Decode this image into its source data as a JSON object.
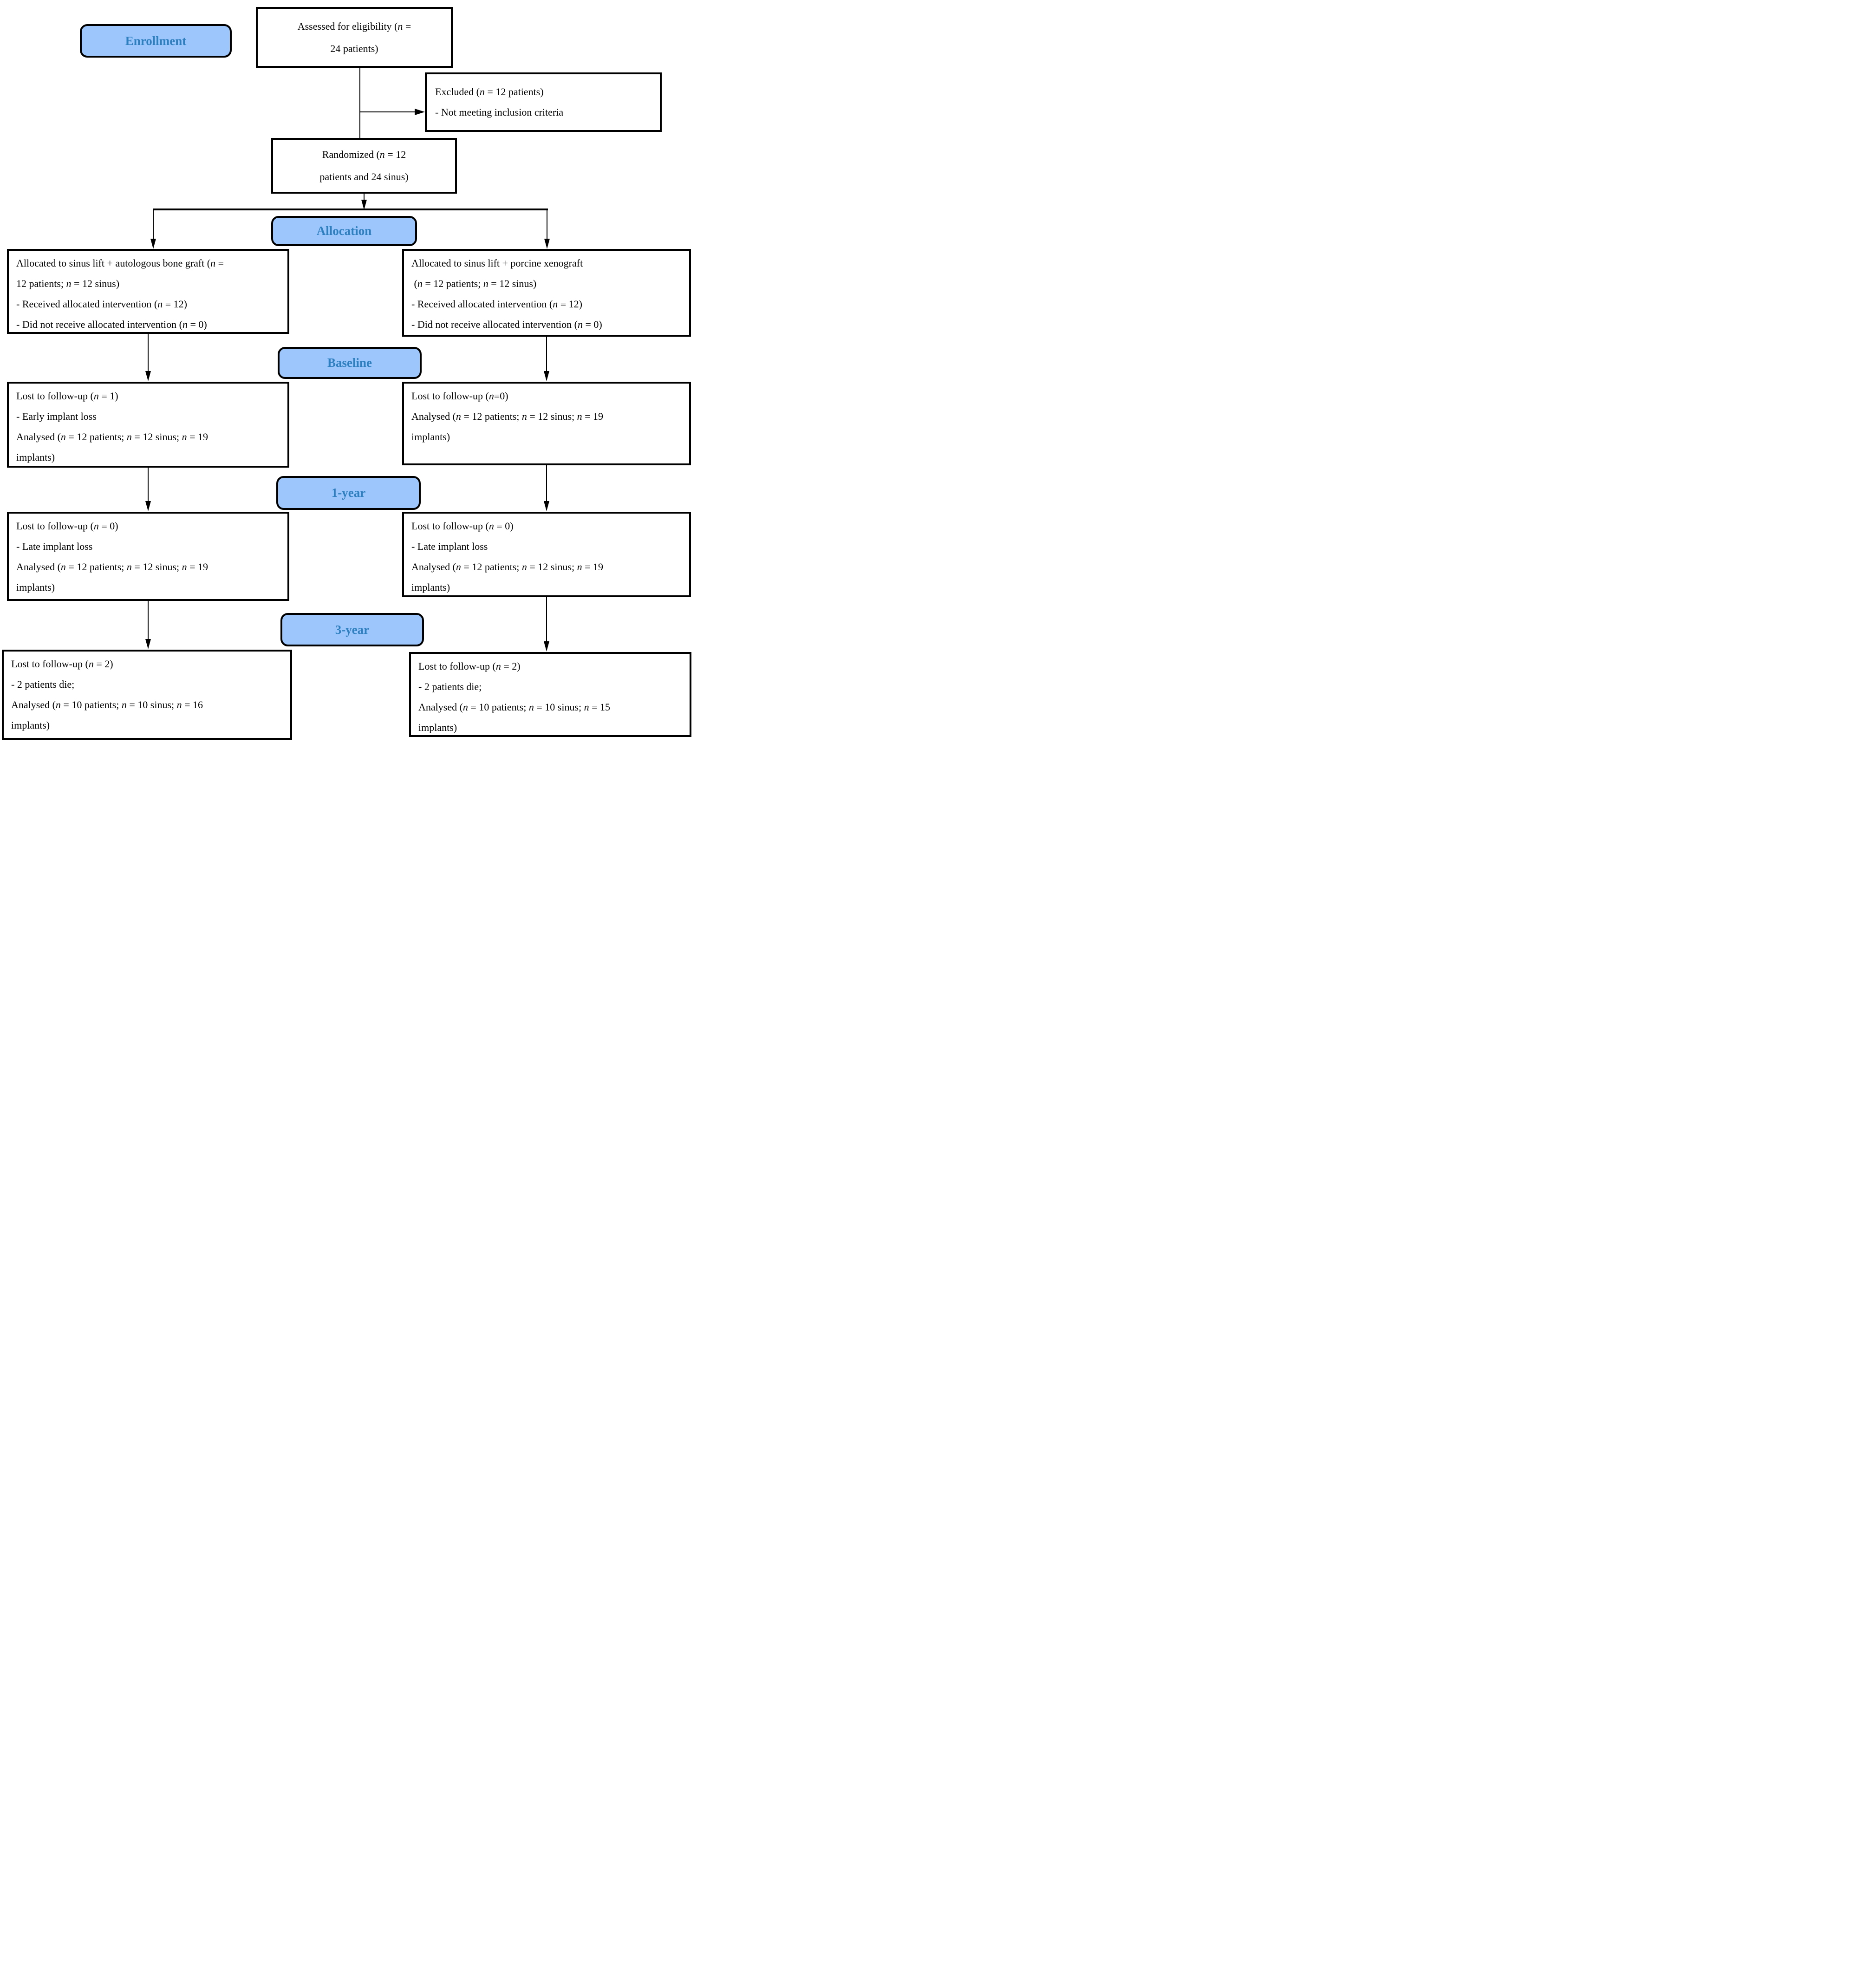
{
  "diagram": {
    "labels": {
      "enrollment": "Enrollment",
      "allocation": "Allocation",
      "baseline": "Baseline",
      "one_year": "1-year",
      "three_year": "3-year"
    },
    "boxes": {
      "assessed": {
        "lines": [
          "Assessed for eligibility (n =",
          "24 patients)"
        ]
      },
      "excluded": {
        "lines": [
          "Excluded (n = 12 patients)",
          "- Not meeting inclusion criteria"
        ]
      },
      "randomized": {
        "lines": [
          "Randomized (n = 12",
          "patients and 24 sinus)"
        ]
      },
      "alloc_left": {
        "lines": [
          "Allocated to sinus lift + autologous bone graft (n =",
          "12 patients; n = 12 sinus)",
          "- Received allocated intervention (n = 12)",
          "- Did not receive allocated intervention (n = 0)"
        ]
      },
      "alloc_right": {
        "lines": [
          "Allocated to sinus lift + porcine xenograft",
          " (n = 12 patients; n = 12 sinus)",
          "- Received allocated intervention (n = 12)",
          "- Did not receive allocated intervention (n = 0)"
        ]
      },
      "baseline_left": {
        "lines": [
          "Lost to follow-up (n = 1)",
          "- Early implant loss",
          "Analysed (n = 12 patients; n = 12 sinus; n = 19",
          "implants)"
        ]
      },
      "baseline_right": {
        "lines": [
          "Lost to follow-up (n=0)",
          "Analysed (n = 12 patients; n = 12 sinus; n = 19",
          "implants)"
        ]
      },
      "oneyear_left": {
        "lines": [
          "Lost to follow-up (n = 0)",
          "- Late implant loss",
          "Analysed (n = 12 patients; n = 12 sinus; n = 19",
          "implants)"
        ]
      },
      "oneyear_right": {
        "lines": [
          "Lost to follow-up (n = 0)",
          "- Late implant loss",
          "Analysed (n = 12 patients; n = 12 sinus; n = 19",
          "implants)"
        ]
      },
      "threeyear_left": {
        "lines": [
          "Lost to follow-up (n = 2)",
          "- 2 patients die;",
          "Analysed (n = 10 patients; n = 10 sinus; n = 16",
          "implants)"
        ]
      },
      "threeyear_right": {
        "lines": [
          "Lost to follow-up (n = 2)",
          "- 2 patients die;",
          "Analysed (n = 10 patients; n = 10 sinus; n = 15",
          "implants)"
        ]
      }
    },
    "colors": {
      "label_fill": "#9DC7FC",
      "label_text": "#2E7FBF",
      "line": "#000000",
      "box_bg": "#FFFFFF"
    }
  }
}
